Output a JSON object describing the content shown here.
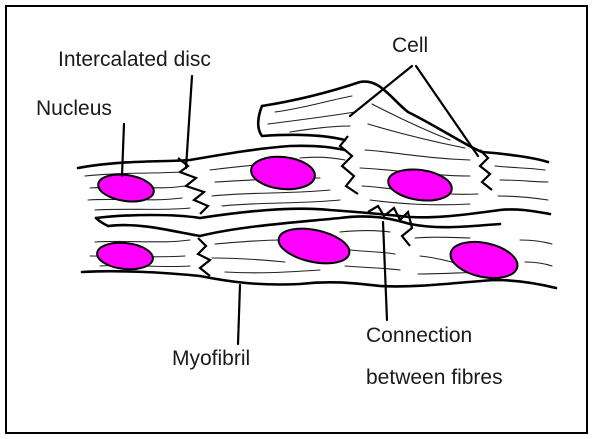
{
  "diagram": {
    "labels": {
      "intercalated_disc": "Intercalated disc",
      "cell": "Cell",
      "nucleus": "Nucleus",
      "myofibril": "Myofibril",
      "connection_line1": "Connection",
      "connection_line2": "between fibres"
    },
    "colors": {
      "nucleus_fill": "#ff00ff",
      "outline": "#000000",
      "background": "#ffffff"
    }
  }
}
